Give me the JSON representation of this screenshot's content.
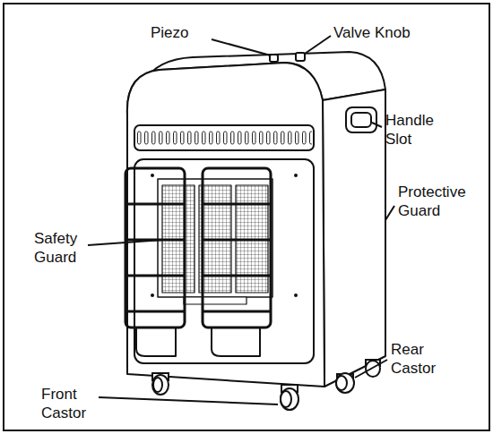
{
  "diagram": {
    "labels": [
      "Piezo",
      "Valve Knob",
      "Handle Slot",
      "Protective Guard",
      "Safety Guard",
      "Rear Castor",
      "Front Castor"
    ]
  }
}
